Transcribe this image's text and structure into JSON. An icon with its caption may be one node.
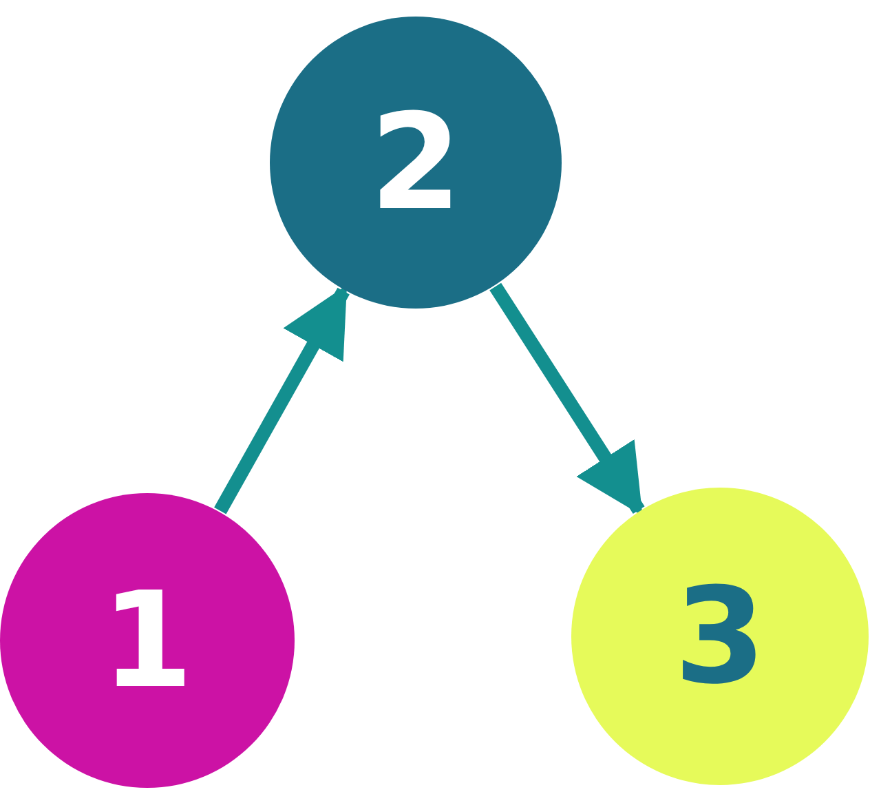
{
  "diagram": {
    "nodes": [
      {
        "text": [
          "2"
        ]
      },
      {
        "text": [
          "1"
        ]
      },
      {
        "text": [
          "3"
        ]
      }
    ],
    "edges": [
      {
        "from": 1,
        "to": 0,
        "arrow": "to"
      },
      {
        "from": 0,
        "to": 2,
        "arrow": "to"
      }
    ]
  }
}
